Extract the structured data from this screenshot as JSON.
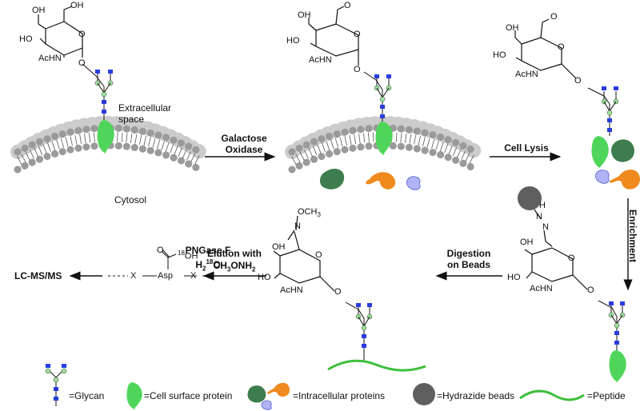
{
  "colors": {
    "glycan_green": "#9be39b",
    "glycan_blue": "#2a3be0",
    "cell_surface_protein": "#4fd65a",
    "intracellular_green": "#3e7d4d",
    "intracellular_orange": "#ef8a1f",
    "intracellular_lilac": "#b0b4f6",
    "bead_gray": "#5f5f5f",
    "peptide_green": "#3cbf3c",
    "lipid_gray": "#b9b9b9"
  },
  "chem": {
    "oh": "OH",
    "ho": "HO",
    "achn": "AcHN",
    "o": "O",
    "och3": "OCH",
    "och3_sub": "3",
    "n": "N",
    "nh": "N",
    "h": "H",
    "x": "X",
    "asp": "Asp",
    "o18_sup": "18",
    "o18_oh": "OH"
  },
  "labels": {
    "extracellular_line1": "Extracellular",
    "extracellular_line2": "space",
    "cytosol": "Cytosol",
    "galactose_line1": "Galactose",
    "galactose_line2": "Oxidase",
    "cell_lysis": "Cell Lysis",
    "enrichment": "Enrichment",
    "digestion_line1": "Digestion",
    "digestion_line2": "on Beads",
    "elution_line1": "Elution with",
    "elution_line2_a": "CH",
    "elution_line2_sub1": "3",
    "elution_line2_b": "ONH",
    "elution_line2_sub2": "2",
    "pngase_line1": "PNGase F",
    "pngase_line2_a": "H",
    "pngase_line2_sub": "2",
    "pngase_line2_sup": "18",
    "pngase_line2_b": "O",
    "lcms": "LC-MS/MS"
  },
  "legend": {
    "glycan": "=Glycan",
    "cell_surface_protein": "=Cell surface protein",
    "intracellular_proteins": "=Intracellular proteins",
    "hydrazide_beads": "=Hydrazide beads",
    "peptide": "=Peptide"
  }
}
